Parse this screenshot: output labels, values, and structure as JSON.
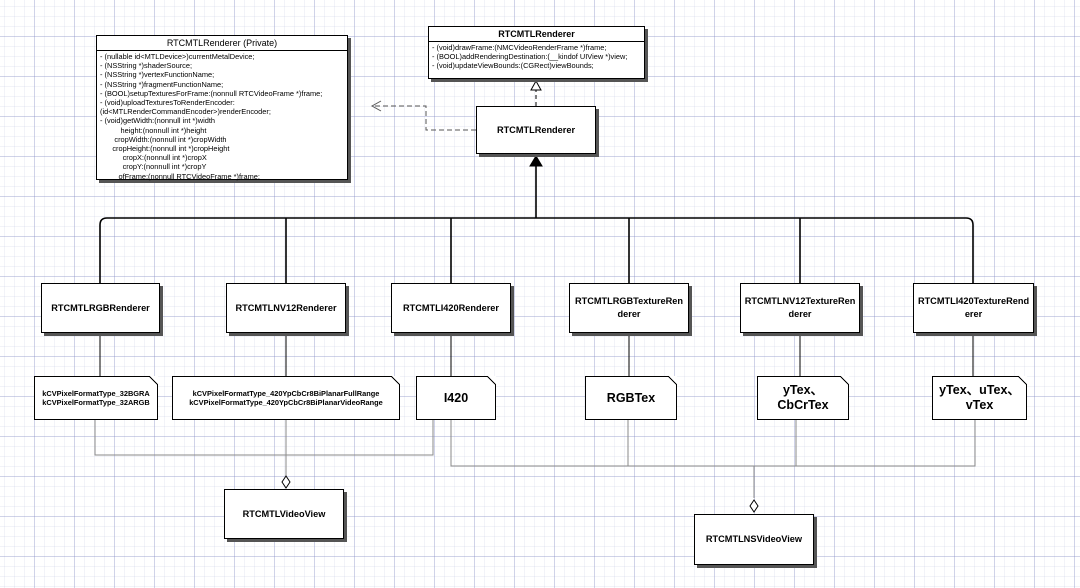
{
  "colors": {
    "line": "#000000",
    "grey_line": "#8a8a8a",
    "grid": "#b5bcd9"
  },
  "private_class": {
    "title": "RTCMTLRenderer (Private)",
    "lines": [
      "- (nullable id<MTLDevice>)currentMetalDevice;",
      "- (NSString *)shaderSource;",
      "- (NSString *)vertexFunctionName;",
      "- (NSString *)fragmentFunctionName;",
      "- (BOOL)setupTexturesForFrame:(nonnull RTCVideoFrame *)frame;",
      "- (void)uploadTexturesToRenderEncoder:",
      "(id<MTLRenderCommandEncoder>)renderEncoder;",
      "- (void)getWidth:(nonnull int *)width",
      "          height:(nonnull int *)height",
      "       cropWidth:(nonnull int *)cropWidth",
      "      cropHeight:(nonnull int *)cropHeight",
      "           cropX:(nonnull int *)cropX",
      "           cropY:(nonnull int *)cropY",
      "         ofFrame:(nonnull RTCVideoFrame *)frame;"
    ]
  },
  "protocol_class": {
    "title": "RTCMTLRenderer",
    "lines": [
      "- (void)drawFrame:(NMCVideoRenderFrame *)frame;",
      "- (BOOL)addRenderingDestination:(__kindof UIView *)view;",
      "- (void)updateViewBounds:(CGRect)viewBounds;"
    ]
  },
  "base_renderer": "RTCMTLRenderer",
  "renderers": [
    {
      "name": "RTCMTLRGBRenderer",
      "note": "kCVPixelFormatType_32BGRA\nkCVPixelFormatType_32ARGB"
    },
    {
      "name": "RTCMTLNV12Renderer",
      "note": "kCVPixelFormatType_420YpCbCr8BiPlanarFullRange\nkCVPixelFormatType_420YpCbCr8BiPlanarVideoRange"
    },
    {
      "name": "RTCMTLI420Renderer",
      "note": "I420"
    },
    {
      "name": "RTCMTLRGBTextureRen\nderer",
      "note": "RGBTex"
    },
    {
      "name": "RTCMTLNV12TextureRen\nderer",
      "note": "yTex、\nCbCrTex"
    },
    {
      "name": "RTCMTLI420TextureRend\nerer",
      "note": "yTex、uTex、\nvTex"
    }
  ],
  "views": {
    "uikit": "RTCMTLVideoView",
    "appkit": "RTCMTLNSVideoView"
  }
}
